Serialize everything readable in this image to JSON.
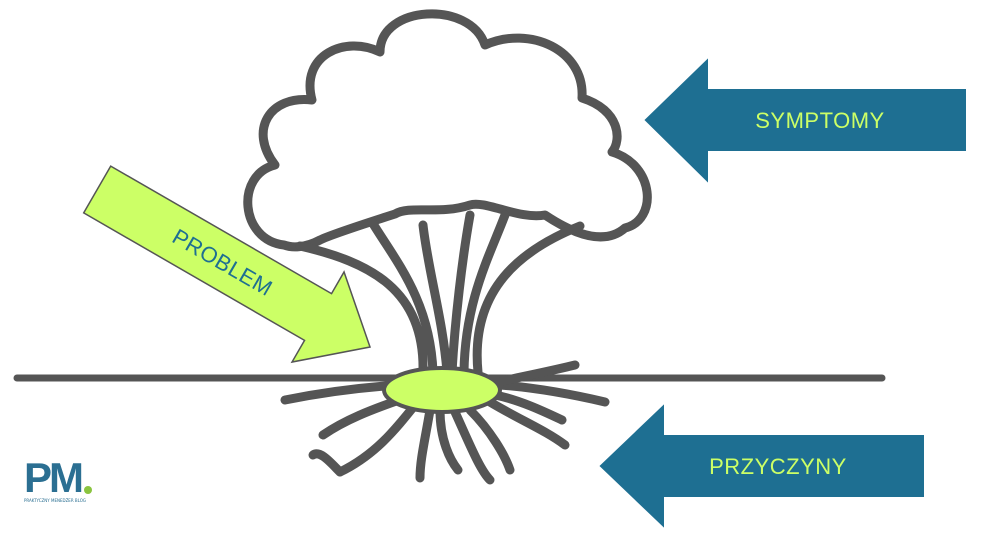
{
  "labels": {
    "symptoms": "SYMPTOMY",
    "problem": "PROBLEM",
    "causes": "PRZYCZYNY"
  },
  "logo": {
    "mark": "PM",
    "tagline": "PRAKTYCZNY MENEDŻER BLOG"
  },
  "colors": {
    "tree_stroke": "#555555",
    "problem_fill": "#ccff66",
    "arrow_blue": "#1e6f92",
    "arrow_blue_text": "#ccff66",
    "arrow_green_text": "#1e6f92",
    "logo_blue": "#2b6f92",
    "logo_dot": "#8ac43f"
  }
}
